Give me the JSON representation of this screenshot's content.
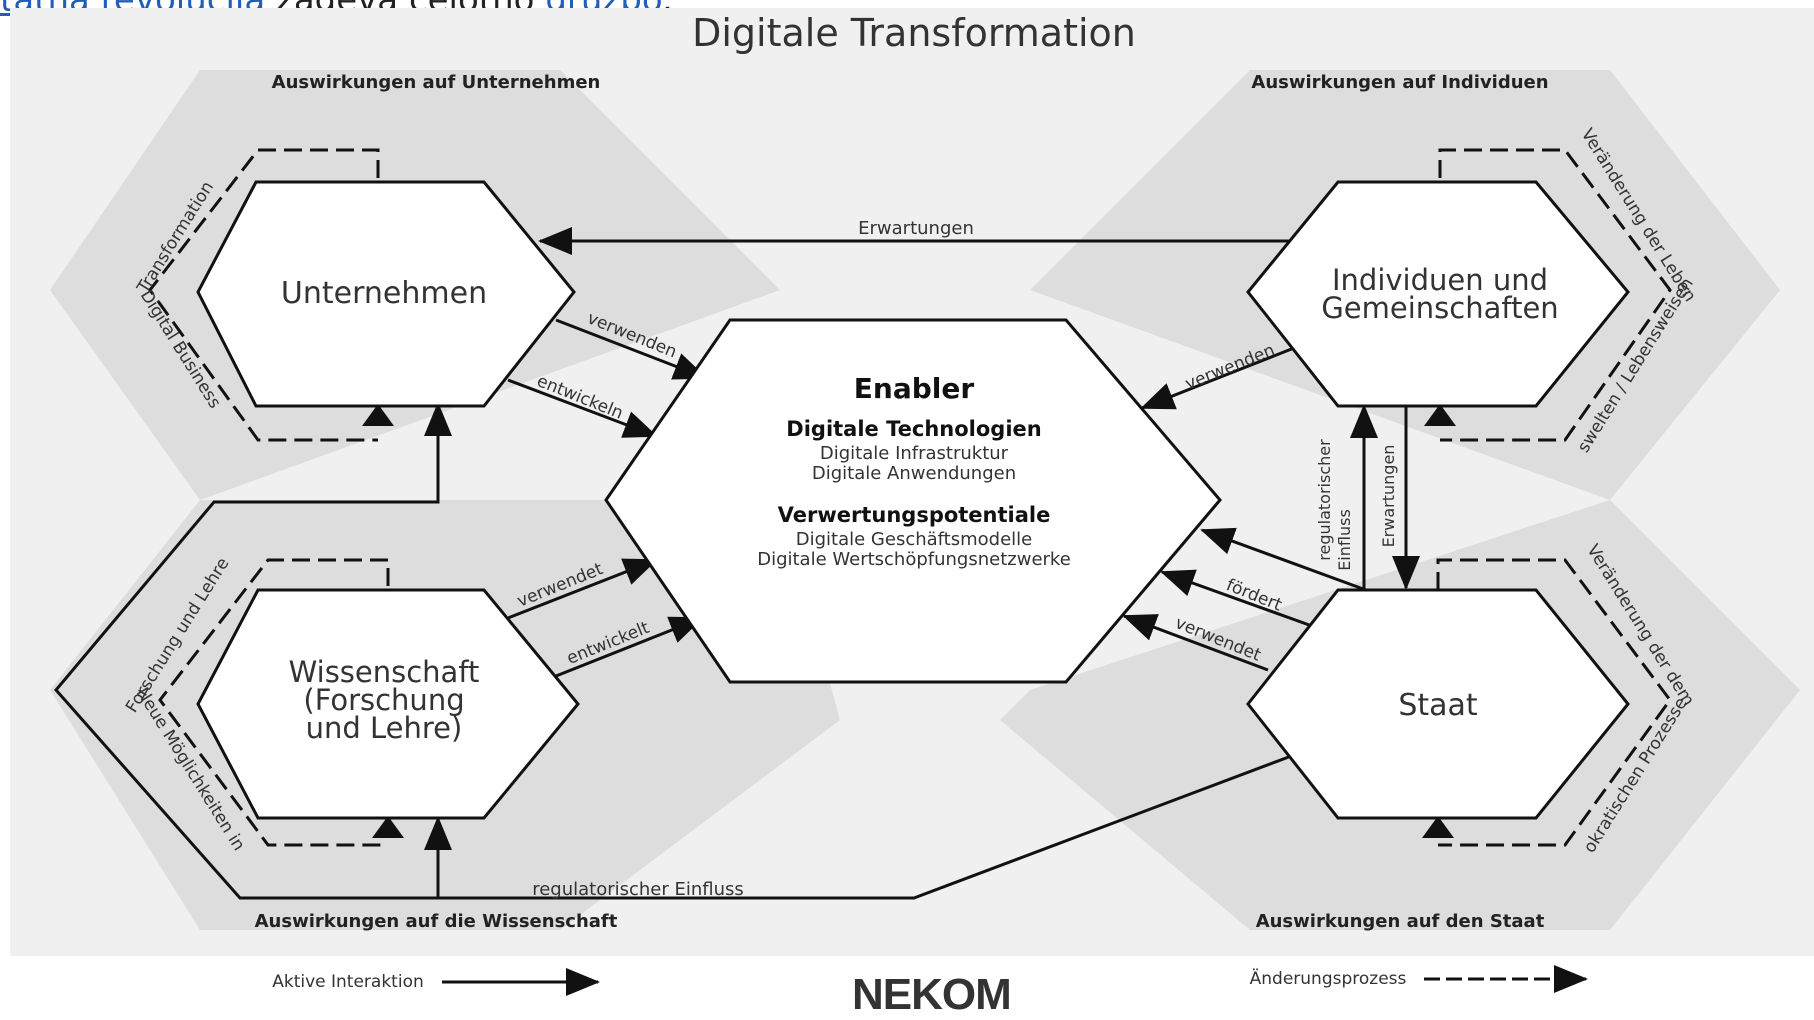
{
  "header": {
    "link_text": "tatna revolucija",
    "middle_text": "zadeva celotno",
    "link_text_2": "družbo",
    "trailing": "."
  },
  "title": "Digitale Transformation",
  "quadrants": {
    "top_left": "Auswirkungen auf Unternehmen",
    "top_right": "Auswirkungen auf Individuen",
    "bottom_left": "Auswirkungen auf die Wissenschaft",
    "bottom_right": "Auswirkungen auf den Staat"
  },
  "nodes": {
    "unternehmen": "Unternehmen",
    "individuen_line1": "Individuen und",
    "individuen_line2": "Gemeinschaften",
    "wissenschaft_line1": "Wissenschaft",
    "wissenschaft_line2": "(Forschung",
    "wissenschaft_line3": "und Lehre)",
    "staat": "Staat"
  },
  "enabler": {
    "title": "Enabler",
    "section1_title": "Digitale Technologien",
    "section1_items": [
      "Digitale Infrastruktur",
      "Digitale Anwendungen"
    ],
    "section2_title": "Verwertungspotentiale",
    "section2_items": [
      "Digitale Geschäftsmodelle",
      "Digitale Wertschöpfungsnetzwerke"
    ]
  },
  "edge_labels": {
    "erwartungen_top": "Erwartungen",
    "verwenden_u": "verwenden",
    "entwickeln_u": "entwickeln",
    "verwenden_i": "verwenden",
    "verwendet_w": "verwendet",
    "entwickelt_w": "entwickelt",
    "foerdert_s": "fördert",
    "verwendet_s": "verwendet",
    "regulatorischer_line1": "regulatorischer",
    "regulatorischer_line2": "Einfluss",
    "erwartungen_vertical": "Erwartungen",
    "regulatorischer_bottom": "regulatorischer Einfluss"
  },
  "loop_labels": {
    "unternehmen_1": "Transformation",
    "unternehmen_2": "Digital Business",
    "wissenschaft_1": "Forschung und Lehre",
    "wissenschaft_2": "Neue Möglichkeiten in",
    "individuen_1": "Veränderung der Leben",
    "individuen_2": "swelten / Lebensweisen",
    "staat_1": "Veränderung der dem",
    "staat_2": "okratischen Prozesse"
  },
  "legend": {
    "active": "Aktive Interaktion",
    "change": "Änderungsprozess"
  },
  "logo": "NEKOM",
  "colors": {
    "link": "#1f5fb8",
    "panel_bg": "#f0f0f0",
    "quadrant_bg": "#dddddd",
    "stroke": "#111111"
  }
}
